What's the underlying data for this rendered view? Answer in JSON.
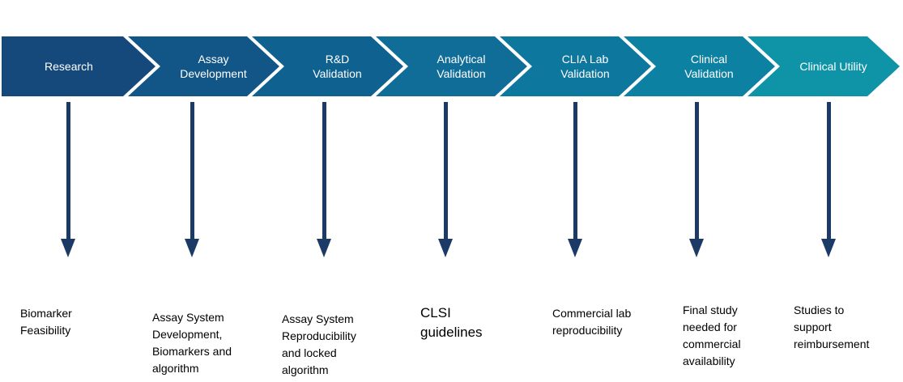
{
  "diagram": {
    "type": "process-flow",
    "stage_count": 7,
    "colors": {
      "arrow": "#1b3a66",
      "separator": "#ffffff",
      "stage_label_text": "#ffffff",
      "description_text": "#000000",
      "background": "#ffffff"
    }
  },
  "stages": [
    {
      "label": "Research",
      "description": "Biomarker\nFeasibility",
      "color": "#16497b"
    },
    {
      "label": "Assay\nDevelopment",
      "description": "Assay System\nDevelopment,\nBiomarkers and\nalgorithm",
      "color": "#125687"
    },
    {
      "label": "R&D\nValidation",
      "description": "Assay System\nReproducibility\nand locked\nalgorithm",
      "color": "#0f6190"
    },
    {
      "label": "Analytical\nValidation",
      "description": "CLSI\nguidelines",
      "description_emphasis": true,
      "color": "#106d97"
    },
    {
      "label": "CLIA Lab\nValidation",
      "description": "Commercial lab\nreproducibility",
      "color": "#0e779e"
    },
    {
      "label": "Clinical\nValidation",
      "description": "Final study\nneeded for\ncommercial\navailability",
      "color": "#0d81a1"
    },
    {
      "label": "Clinical Utility",
      "description": "Studies to\nsupport\nreimbursement",
      "color": "#0f93a6"
    }
  ]
}
